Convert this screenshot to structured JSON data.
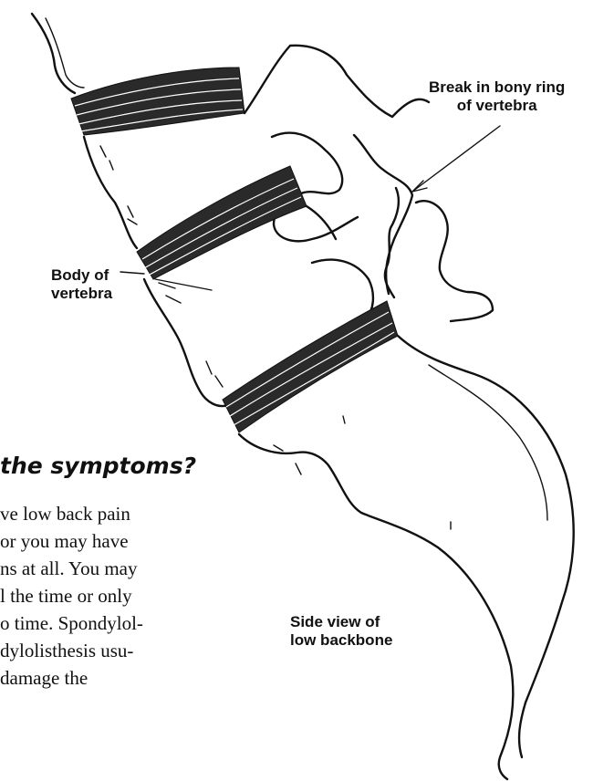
{
  "labels": {
    "break_line1": "Break in bony ring",
    "break_line2": "of vertebra",
    "body_line1": "Body of",
    "body_line2": "vertebra",
    "side_line1": "Side view of",
    "side_line2": "low backbone"
  },
  "heading": "the symptoms?",
  "paragraph": [
    "ve low back pain",
    "or you may have",
    "ns at all. You may",
    "l the time or only",
    "o time. Spondylol-",
    "dylolisthesis usu-",
    "damage the"
  ]
}
